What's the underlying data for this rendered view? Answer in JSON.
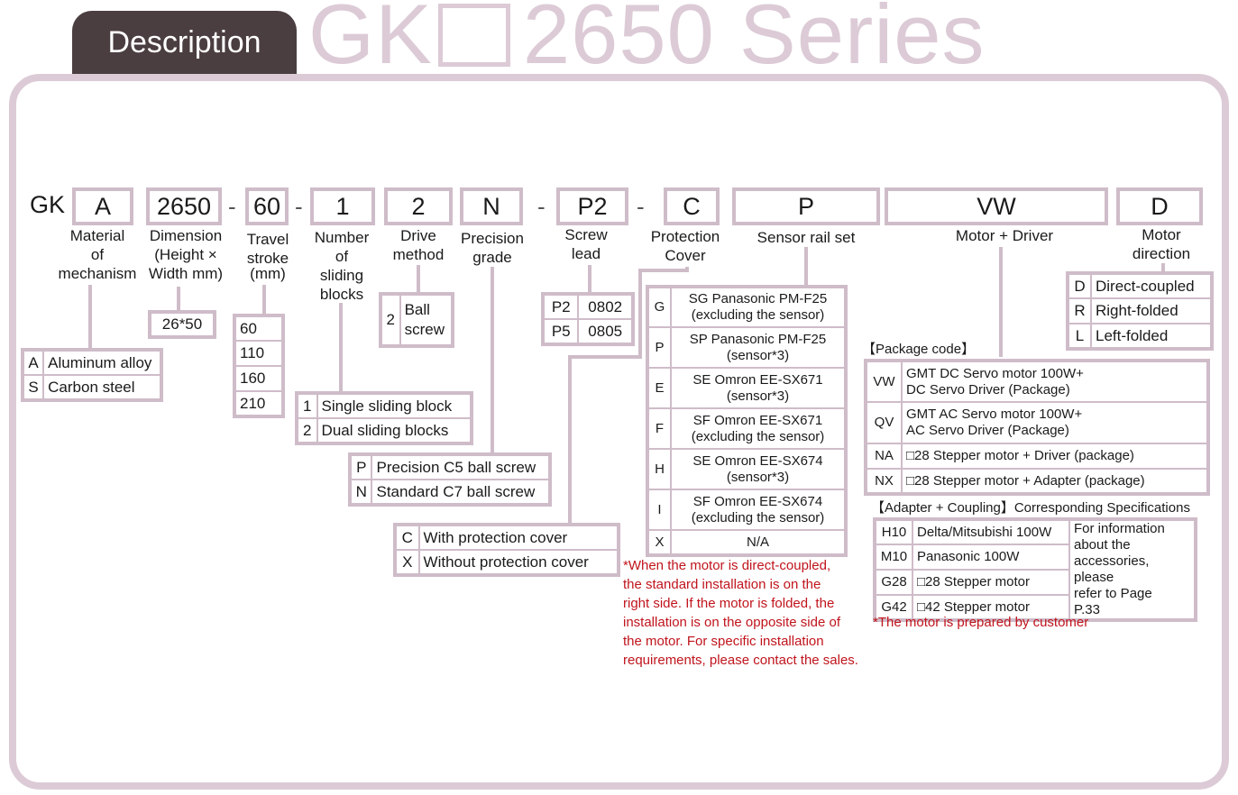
{
  "header": {
    "tab": "Description",
    "series_left": "GK",
    "series_right": "2650 Series"
  },
  "code": {
    "prefix": "GK",
    "material": "A",
    "dimension": "2650",
    "stroke": "60",
    "blocks": "1",
    "drive": "2",
    "precision": "N",
    "lead": "P2",
    "cover": "C",
    "sensor": "P",
    "motor": "VW",
    "direction": "D",
    "dash": "-"
  },
  "labels": {
    "material": [
      "Material",
      "of",
      "mechanism"
    ],
    "dimension": [
      "Dimension",
      "(Height ×",
      "Width mm)"
    ],
    "stroke": [
      "Travel",
      "stroke",
      "(mm)"
    ],
    "blocks": [
      "Number",
      "of",
      "sliding",
      "blocks"
    ],
    "drive": [
      "Drive",
      "method"
    ],
    "precision": [
      "Precision",
      "grade"
    ],
    "lead": [
      "Screw",
      "lead"
    ],
    "cover": [
      "Protection",
      "Cover"
    ],
    "sensor": "Sensor rail set",
    "motor": "Motor + Driver",
    "direction": [
      "Motor",
      "direction"
    ]
  },
  "material_options": [
    {
      "code": "A",
      "text": "Aluminum alloy"
    },
    {
      "code": "S",
      "text": "Carbon steel"
    }
  ],
  "dimension_options": [
    "26*50"
  ],
  "stroke_options": [
    "60",
    "110",
    "160",
    "210"
  ],
  "blocks_options": [
    {
      "code": "1",
      "text": "Single sliding block"
    },
    {
      "code": "2",
      "text": "Dual sliding blocks"
    }
  ],
  "drive_options": [
    {
      "code": "2",
      "text": [
        "Ball",
        "screw"
      ]
    }
  ],
  "precision_options": [
    {
      "code": "P",
      "text": "Precision C5 ball screw"
    },
    {
      "code": "N",
      "text": "Standard C7 ball screw"
    }
  ],
  "lead_options": [
    {
      "code": "P2",
      "text": "0802"
    },
    {
      "code": "P5",
      "text": "0805"
    }
  ],
  "cover_options": [
    {
      "code": "C",
      "text": "With protection cover"
    },
    {
      "code": "X",
      "text": "Without protection cover"
    }
  ],
  "sensor_options": [
    {
      "code": "G",
      "l1": "SG  Panasonic  PM-F25",
      "l2": "(excluding the sensor)"
    },
    {
      "code": "P",
      "l1": "SP  Panasonic  PM-F25",
      "l2": "(sensor*3)"
    },
    {
      "code": "E",
      "l1": "SE  Omron  EE-SX671",
      "l2": "(sensor*3)"
    },
    {
      "code": "F",
      "l1": "SF  Omron  EE-SX671",
      "l2": "(excluding the sensor)"
    },
    {
      "code": "H",
      "l1": "SE  Omron  EE-SX674",
      "l2": "(sensor*3)"
    },
    {
      "code": "I",
      "l1": "SF  Omron  EE-SX674",
      "l2": "(excluding the sensor)"
    },
    {
      "code": "X",
      "l1": "N/A",
      "l2": ""
    }
  ],
  "sensor_note": [
    "*When the motor is direct-coupled,",
    "the standard installation is on the",
    "right side. If the motor is folded, the",
    "installation is on the opposite side of",
    "the motor. For specific installation",
    "requirements, please contact the sales."
  ],
  "direction_options": [
    {
      "code": "D",
      "text": "Direct-coupled"
    },
    {
      "code": "R",
      "text": "Right-folded"
    },
    {
      "code": "L",
      "text": "Left-folded"
    }
  ],
  "package_header": "【Package code】",
  "package_options": [
    {
      "code": "VW",
      "l1": "GMT DC Servo motor 100W+",
      "l2": "DC Servo Driver (Package)"
    },
    {
      "code": "QV",
      "l1": "GMT AC Servo motor 100W+",
      "l2": "AC Servo Driver (Package)"
    },
    {
      "code": "NA",
      "l1": "□28 Stepper motor + Driver (package)",
      "l2": ""
    },
    {
      "code": "NX",
      "l1": "□28 Stepper motor + Adapter (package)",
      "l2": ""
    }
  ],
  "adapter_header": "【Adapter + Coupling】Corresponding Specifications",
  "adapter_options": [
    {
      "code": "H10",
      "text": "Delta/Mitsubishi 100W"
    },
    {
      "code": "M10",
      "text": "Panasonic 100W"
    },
    {
      "code": "G28",
      "text": "□28 Stepper motor"
    },
    {
      "code": "G42",
      "text": "□42 Stepper motor"
    }
  ],
  "adapter_info": [
    "For information",
    "about the",
    "accessories, please",
    "refer to Page",
    "P.33"
  ],
  "adapter_note": "*The motor is prepared by customer",
  "colors": {
    "accent": "#cfbcc9",
    "tab": "#4b3e40",
    "title": "#dccbd6",
    "note": "#c0141c"
  }
}
